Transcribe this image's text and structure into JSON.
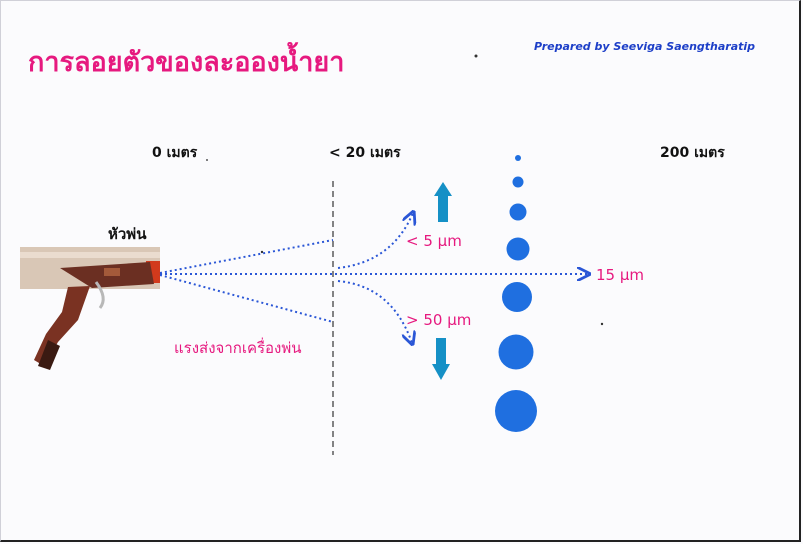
{
  "title": "การลอยตัวของละอองน้ำยา",
  "credit": "Prepared by Seeviga  Saengtharatip",
  "distances": {
    "start": "0 เมตร",
    "middle": "< 20 เมตร",
    "end": "200 เมตร"
  },
  "nozzle_label": "หัวพ่น",
  "force_label": "แรงส่งจากเครื่องพ่น",
  "droplets": {
    "small": "< 5 µm",
    "medium": "15 µm",
    "large": "> 50 µm"
  },
  "colors": {
    "title": "#e6197f",
    "credit": "#1d3fc8",
    "arrow_line": "#2a56d6",
    "teal_arrow": "#1590c6",
    "droplet": "#1f6fe0"
  },
  "icons": {
    "nozzle": "spray-gun-icon",
    "rise": "arrow-up-icon",
    "fall": "arrow-down-icon"
  }
}
